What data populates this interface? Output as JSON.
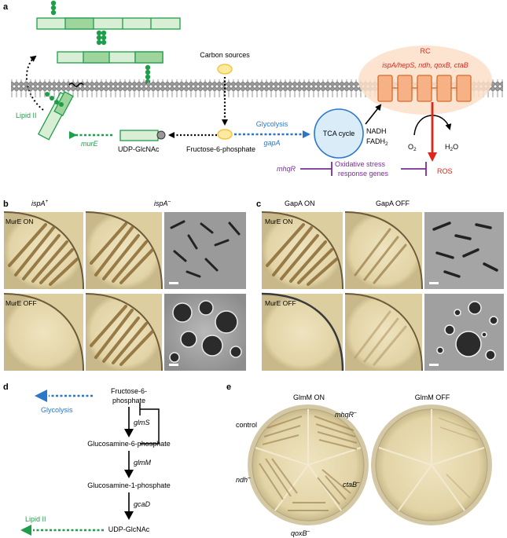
{
  "colors": {
    "green": "#1e9e4a",
    "green_light": "#d8efd5",
    "green_mid": "#9fd59c",
    "blue": "#2a77c9",
    "blue_fill": "#d9ecf8",
    "red": "#e0261b",
    "purple": "#7a2e9a",
    "orange": "#f2a877",
    "orange_fill": "#fbdfc9",
    "yellow": "#f4c542",
    "yellow_fill": "#fde9a0",
    "plate_agar": "#e8dcb4",
    "plate_growth": "#8a6a34"
  },
  "panel_a": {
    "letter": "a",
    "carbon_sources": "Carbon sources",
    "lipid2": "Lipid II",
    "murE": "murE",
    "udp": "UDP-GlcNAc",
    "f6p": "Fructose-6-phosphate",
    "glycolysis": "Glycolysis",
    "gapA": "gapA",
    "tca": "TCA cycle",
    "nadh": "NADH",
    "fadh": "FADH",
    "fadh_sub": "2",
    "rc": "RC",
    "rc_genes": "ispA/hepS, ndh, qoxB, ctaB",
    "o2": "O",
    "o2_sub": "2",
    "h2o_a": "H",
    "h2o_sub": "2",
    "h2o_b": "O",
    "mhqR": "mhqR",
    "ox_line1": "Oxidative stress",
    "ox_line2": "response genes",
    "ros": "ROS"
  },
  "panel_b": {
    "letter": "b",
    "col1": "ispA",
    "col1_sup": "+",
    "col2": "ispA",
    "col2_sup": "–",
    "row1": "MurE ON",
    "row2": "MurE OFF"
  },
  "panel_c": {
    "letter": "c",
    "col1": "GapA ON",
    "col2": "GapA OFF",
    "row1": "MurE ON",
    "row2": "MurE OFF"
  },
  "panel_d": {
    "letter": "d",
    "f6p_1": "Fructose-6-",
    "f6p_2": "phosphate",
    "glycolysis": "Glycolysis",
    "glmS": "glmS",
    "g6p": "Glucosamine-6-phosphate",
    "glmM": "glmM",
    "g1p": "Glucosamine-1-phosphate",
    "gcaD": "gcaD",
    "lipid2": "Lipid II",
    "udp": "UDP-GlcNAc"
  },
  "panel_e": {
    "letter": "e",
    "glmm_on": "GlmM ON",
    "glmm_off": "GlmM OFF",
    "control": "control",
    "mhqR": "mhqR",
    "mhqR_sup": "–",
    "ndh": "ndh",
    "ndh_sup": "–",
    "ctaB": "ctaB",
    "ctaB_sup": "–",
    "qoxB": "qoxB",
    "qoxB_sup": "–"
  }
}
